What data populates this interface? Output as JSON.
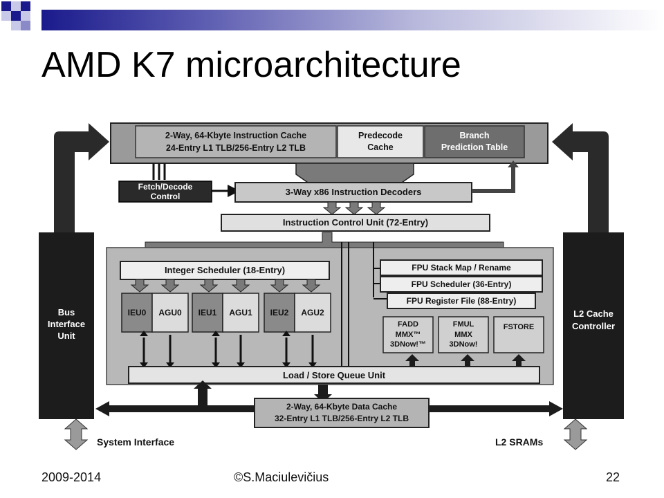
{
  "slide": {
    "title": "AMD K7 microarchitecture",
    "footer_left": "2009-2014",
    "footer_center": "©S.Maciulevičius",
    "footer_right": "22"
  },
  "diagram": {
    "icache_line1": "2-Way, 64-Kbyte Instruction Cache",
    "icache_line2": "24-Entry L1 TLB/256-Entry L2 TLB",
    "predecode_line1": "Predecode",
    "predecode_line2": "Cache",
    "branch_line1": "Branch",
    "branch_line2": "Prediction Table",
    "fetch_line1": "Fetch/Decode",
    "fetch_line2": "Control",
    "decoders": "3-Way x86 Instruction Decoders",
    "icu": "Instruction Control Unit (72-Entry)",
    "int_scheduler": "Integer Scheduler (18-Entry)",
    "ieu0": "IEU0",
    "agu0": "AGU0",
    "ieu1": "IEU1",
    "agu1": "AGU1",
    "ieu2": "IEU2",
    "agu2": "AGU2",
    "fpu_stack": "FPU Stack Map / Rename",
    "fpu_sched": "FPU Scheduler (36-Entry)",
    "fpu_regfile": "FPU Register File (88-Entry)",
    "fadd_line1": "FADD",
    "fadd_line2": "MMX™",
    "fadd_line3": "3DNow!™",
    "fmul_line1": "FMUL",
    "fmul_line2": "MMX",
    "fmul_line3": "3DNow!",
    "fstore": "FSTORE",
    "lsq": "Load / Store Queue Unit",
    "dcache_line1": "2-Way, 64-Kbyte Data Cache",
    "dcache_line2": "32-Entry L1 TLB/256-Entry L2 TLB",
    "biu_line1": "Bus",
    "biu_line2": "Interface",
    "biu_line3": "Unit",
    "l2c_line1": "L2 Cache",
    "l2c_line2": "Controller",
    "system_interface": "System Interface",
    "l2_srams": "L2 SRAMs"
  }
}
